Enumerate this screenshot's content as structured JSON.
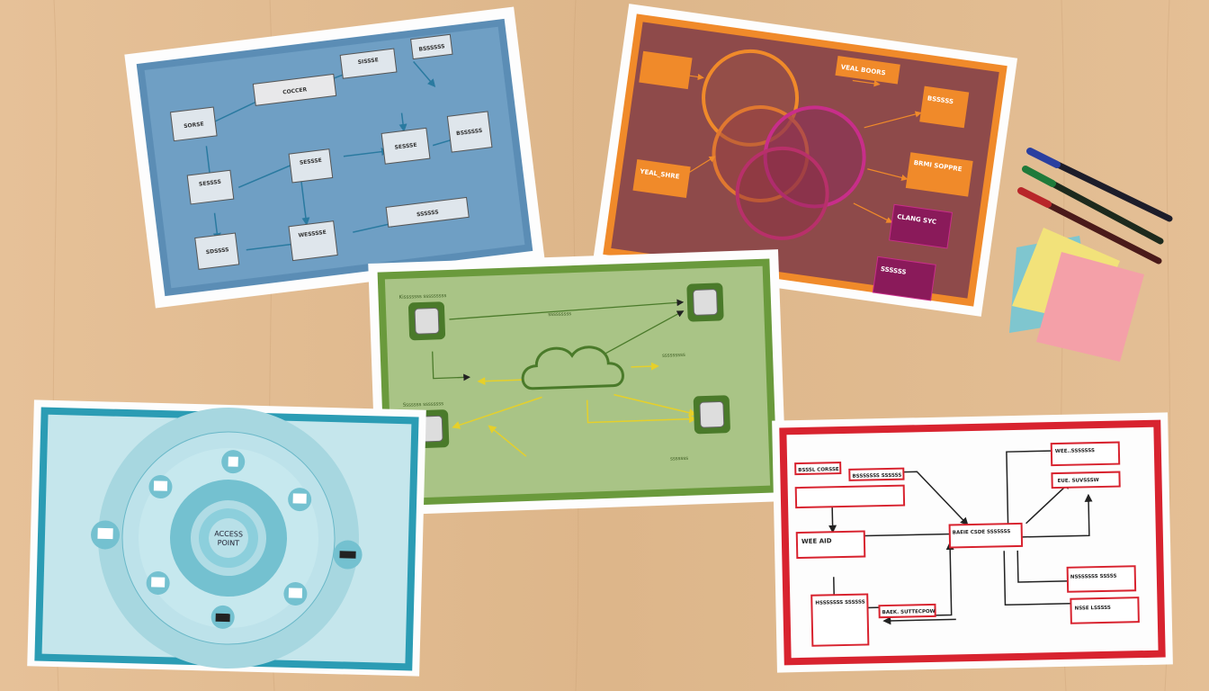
{
  "scene": {
    "background_color": "#e2bd92",
    "cards": {
      "blue": {
        "accent": "#5b8db5",
        "boxes": [
          "SORSE",
          "COCCER",
          "SISSSE",
          "BSSSSSS",
          "SESSSS",
          "SESSSE",
          "SESSSE",
          "SDSSSS",
          "WESSSSE",
          "BSSSSSS",
          "SSSSSS"
        ]
      },
      "orange": {
        "accent": "#f08a2a",
        "boxes": [
          "VEAL BOORS",
          "YEAL_SHRE",
          "BRMI SOPPRE",
          "CLANG SYC",
          "BSSSSS",
          "SSSSSS"
        ]
      },
      "green": {
        "accent": "#6a9a3c",
        "labels": [
          "Kisssssss sssssssss",
          "sssssssss",
          "sssssssss",
          "Sssssss ssssssss",
          "sssssss"
        ]
      },
      "teal": {
        "accent": "#2b9cb4",
        "center_label": [
          "ACCESS",
          "POINT"
        ],
        "device_icons": [
          "router-icon",
          "monitor-icon",
          "monitor-icon",
          "laptop-icon",
          "printer-icon",
          "laptop-icon",
          "monitor-icon",
          "tv-icon"
        ]
      },
      "red": {
        "accent": "#d8232f",
        "boxes": [
          "BSSSL CORSSE",
          "BSSSSSSS SSSSSS",
          "WEE..SSSSSSS",
          "EUE. SUVSSSW",
          "WEE AID",
          "BAEIE CSDE SSSSSSS",
          "BAEK. SUTTECPOW",
          "HSSSSSSS SSSSSS",
          "NSSSSSSS SSSSS",
          "NSSE LSSSSS"
        ]
      }
    },
    "markers": [
      "#2a3fa0",
      "#1f7a3a",
      "#b8262a"
    ],
    "sticky_notes": [
      "#7fc6cf",
      "#f2e27a",
      "#f4a0a8"
    ]
  }
}
